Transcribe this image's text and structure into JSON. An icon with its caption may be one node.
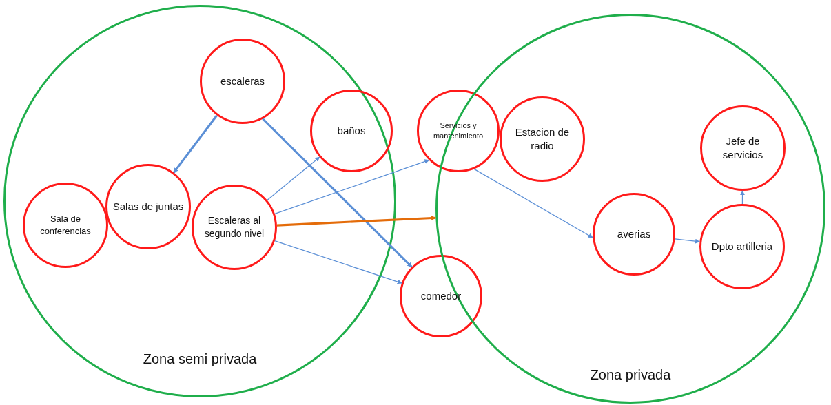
{
  "diagram": {
    "nodes": [
      {
        "text": [
          "Zona semi privada"
        ]
      },
      {
        "text": [
          "escaleras"
        ],
        "in": 0
      },
      {
        "text": [
          "baños"
        ],
        "in": 0
      },
      {
        "text": [
          "Sala de conferencias"
        ],
        "in": 0
      },
      {
        "text": [
          "Salas de juntas"
        ],
        "in": 0
      },
      {
        "text": [
          "Escaleras al segundo nivel"
        ],
        "in": 0
      },
      {
        "text": [
          "Servicios y mantenimiento"
        ]
      },
      {
        "text": [
          "comedor"
        ]
      },
      {
        "text": [
          "Zona privada"
        ]
      },
      {
        "text": [
          "Estacion de radio"
        ],
        "in": 8
      },
      {
        "text": [
          "Jefe de servicios"
        ],
        "in": 8
      },
      {
        "text": [
          "averias"
        ],
        "in": 8
      },
      {
        "text": [
          "Dpto artilleria"
        ],
        "in": 8
      }
    ],
    "edges": [
      {
        "from": 1,
        "to": 4,
        "arrow": "to",
        "style": "thick"
      },
      {
        "from": 1,
        "to": 7,
        "arrow": "to",
        "style": "thick"
      },
      {
        "from": 5,
        "to": 2,
        "arrow": "to"
      },
      {
        "from": 5,
        "to": 6,
        "arrow": "to"
      },
      {
        "from": 5,
        "to": 7,
        "arrow": "to"
      },
      {
        "from": 5,
        "to": 8,
        "arrow": "to",
        "style": "thick",
        "color": "#e46c0a"
      },
      {
        "from": 6,
        "to": 11,
        "arrow": "to"
      },
      {
        "from": 11,
        "to": 12,
        "arrow": "to"
      },
      {
        "from": 12,
        "to": 10,
        "arrow": "to"
      }
    ]
  }
}
